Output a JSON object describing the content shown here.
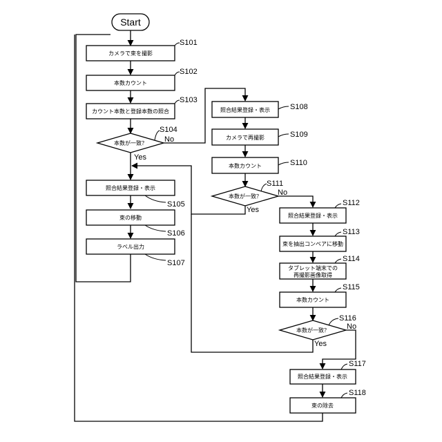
{
  "start": "Start",
  "steps": {
    "s101": {
      "id": "S101",
      "text": "カメラで束を撮影"
    },
    "s102": {
      "id": "S102",
      "text": "本数カウント"
    },
    "s103": {
      "id": "S103",
      "text": "カウント本数と登録本数の照合"
    },
    "s104": {
      "id": "S104",
      "text": "本数が一致？",
      "yes": "Yes",
      "no": "No"
    },
    "s105": {
      "id": "S105",
      "text": "照合結果登録・表示"
    },
    "s106": {
      "id": "S106",
      "text": "束の移動"
    },
    "s107": {
      "id": "S107",
      "text": "ラベル出力"
    },
    "s108": {
      "id": "S108",
      "text": "照合結果登録・表示"
    },
    "s109": {
      "id": "S109",
      "text": "カメラで再撮影"
    },
    "s110": {
      "id": "S110",
      "text": "本数カウント"
    },
    "s111": {
      "id": "S111",
      "text": "本数が一致？",
      "yes": "Yes",
      "no": "No"
    },
    "s112": {
      "id": "S112",
      "text": "照合結果登録・表示"
    },
    "s113": {
      "id": "S113",
      "text": "束を抽出コンベアに移動"
    },
    "s114": {
      "id": "S114",
      "line1": "タブレット端末での",
      "line2": "再撮影画像取得"
    },
    "s115": {
      "id": "S115",
      "text": "本数カウント"
    },
    "s116": {
      "id": "S116",
      "text": "本数が一致？",
      "yes": "Yes",
      "no": "No"
    },
    "s117": {
      "id": "S117",
      "text": "照合結果登録・表示"
    },
    "s118": {
      "id": "S118",
      "text": "束の除去"
    }
  }
}
